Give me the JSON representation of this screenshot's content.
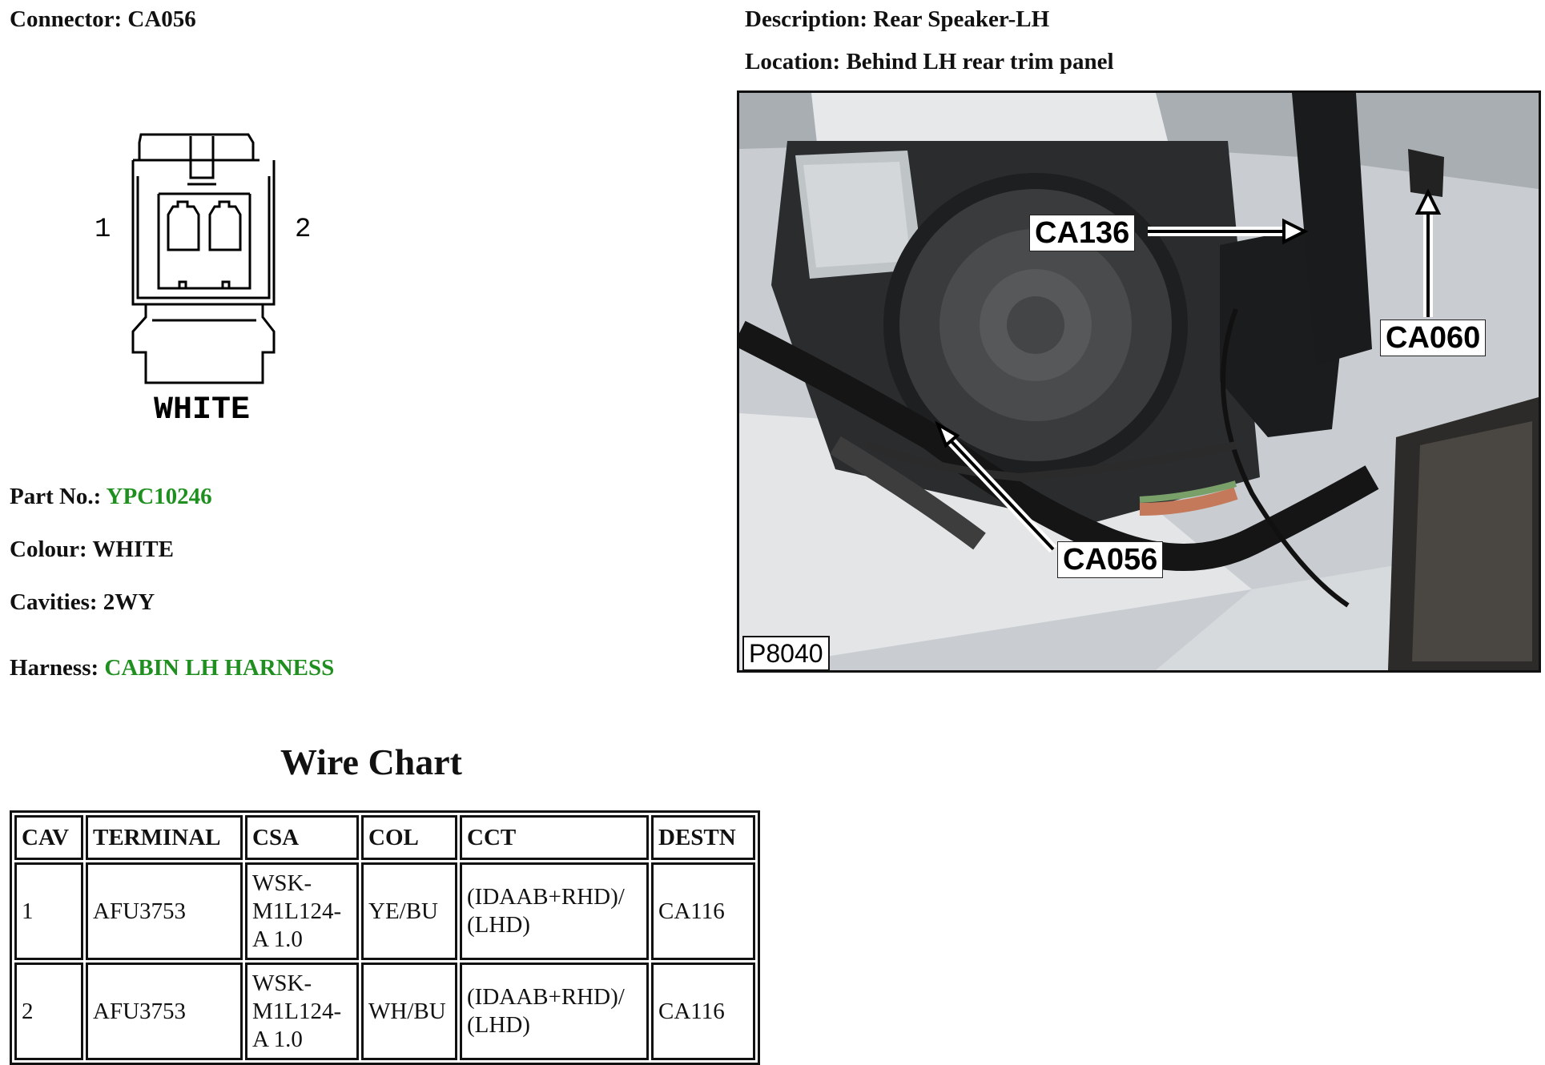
{
  "connector": {
    "label": "Connector:",
    "value": "CA056"
  },
  "description": {
    "label": "Description:",
    "value": "Rear Speaker-LH"
  },
  "location": {
    "label": "Location:",
    "value": "Behind LH rear trim panel"
  },
  "drawing": {
    "pin_left": "1",
    "pin_right": "2",
    "colour_label": "WHITE"
  },
  "part_no": {
    "label": "Part No.:",
    "value": "YPC10246"
  },
  "colour": {
    "label": "Colour:",
    "value": "WHITE"
  },
  "cavities": {
    "label": "Cavities:",
    "value": "2WY"
  },
  "harness": {
    "label": "Harness:",
    "value": "CABIN LH HARNESS"
  },
  "photo": {
    "callouts": [
      "CA136",
      "CA060",
      "CA056"
    ],
    "id": "P8040"
  },
  "wire_chart": {
    "title": "Wire Chart",
    "headers": [
      "CAV",
      "TERMINAL",
      "CSA",
      "COL",
      "CCT",
      "DESTN"
    ],
    "rows": [
      {
        "cav": "1",
        "terminal": "AFU3753",
        "csa": [
          "WSK-",
          "M1L124-",
          "A 1.0"
        ],
        "col": "YE/BU",
        "cct": [
          "(IDAAB+RHD)/",
          "(LHD)"
        ],
        "destn": "CA116"
      },
      {
        "cav": "2",
        "terminal": "AFU3753",
        "csa": [
          "WSK-",
          "M1L124-",
          "A 1.0"
        ],
        "col": "WH/BU",
        "cct": [
          "(IDAAB+RHD)/",
          "(LHD)"
        ],
        "destn": "CA116"
      }
    ]
  },
  "colors": {
    "link_green": "#1f8f1f",
    "text": "#111111",
    "border": "#111111"
  }
}
